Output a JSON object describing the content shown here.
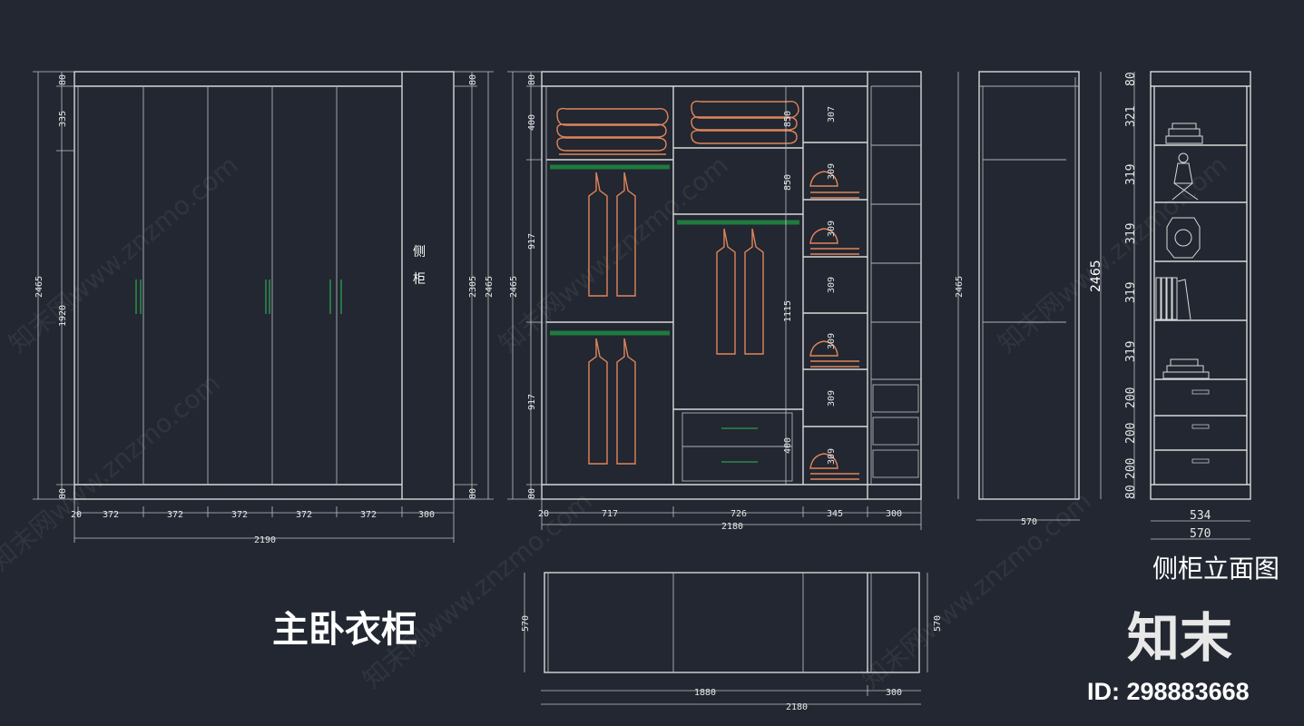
{
  "titles": {
    "main": "主卧衣柜",
    "side_elevation": "侧柜立面图",
    "side_cabinet_label_1": "侧",
    "side_cabinet_label_2": "柜"
  },
  "brand": {
    "logo": "知末",
    "id": "ID: 298883668",
    "watermark": "知末网www.znzmo.com"
  },
  "door_elevation": {
    "left_dims": [
      "2465",
      "80",
      "335",
      "1920",
      "80"
    ],
    "right_dims": [
      "80",
      "2305",
      "2465",
      "80"
    ],
    "bottom_dims": [
      "20",
      "372",
      "372",
      "372",
      "372",
      "372",
      "300"
    ],
    "total_width": "2190"
  },
  "interior_elevation": {
    "left_dims": [
      "80",
      "400",
      "917",
      "2465",
      "917",
      "80"
    ],
    "inner_dims": [
      "307",
      "309",
      "309",
      "309",
      "309",
      "309",
      "850",
      "850",
      "1115",
      "400"
    ],
    "bottom_dims": [
      "20",
      "717",
      "726",
      "345",
      "300"
    ],
    "total_width": "2180"
  },
  "side_section": {
    "height": "2465",
    "width": "570"
  },
  "side_shelf_elevation": {
    "height": "2465",
    "dims": [
      "80",
      "321",
      "319",
      "319",
      "319",
      "319",
      "200",
      "200",
      "200",
      "80"
    ],
    "inner_width": "534",
    "outer_width": "570"
  },
  "plan": {
    "depth_left": "570",
    "depth_right": "570",
    "width_1": "1880",
    "width_2": "300",
    "total": "2180"
  }
}
